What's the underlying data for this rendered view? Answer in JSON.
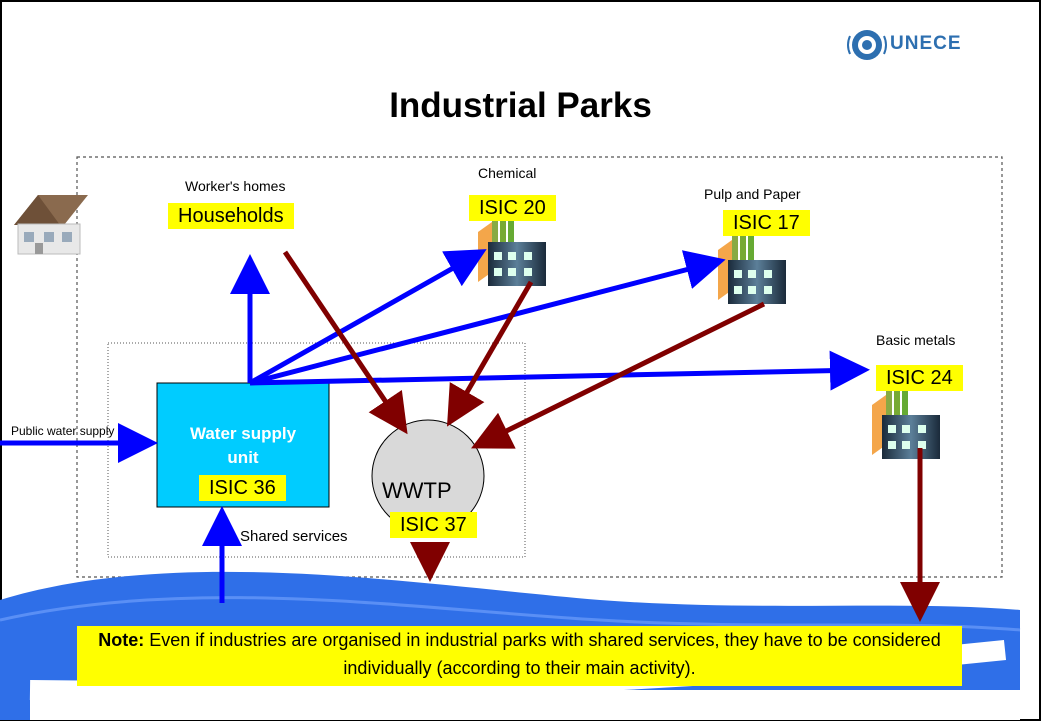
{
  "slide": {
    "title": "Industrial Parks",
    "logo_text": "UNECE"
  },
  "labels": {
    "workers_homes": "Worker's homes",
    "households": "Households",
    "chemical": "Chemical",
    "isic_20": "ISIC 20",
    "pulp_paper": "Pulp and Paper",
    "isic_17": "ISIC 17",
    "basic_metals": "Basic metals",
    "isic_24": "ISIC 24",
    "public_water_supply": "Public water supply",
    "water_supply_unit_line1": "Water supply",
    "water_supply_unit_line2": "unit",
    "isic_36": "ISIC 36",
    "wwtp": "WWTP",
    "isic_37": "ISIC 37",
    "shared_services": "Shared services"
  },
  "note": {
    "bold": "Note:",
    "text": " Even if industries are organised in industrial parks with shared services, they have to be considered individually (according to their main activity)."
  },
  "colors": {
    "water_flow": "#0000ff",
    "waste_flow": "#800000",
    "water_unit_fill": "#00ccff",
    "tag_fill": "#ffff00",
    "river": "#2f6fe8",
    "brand": "#2d6fb0"
  }
}
